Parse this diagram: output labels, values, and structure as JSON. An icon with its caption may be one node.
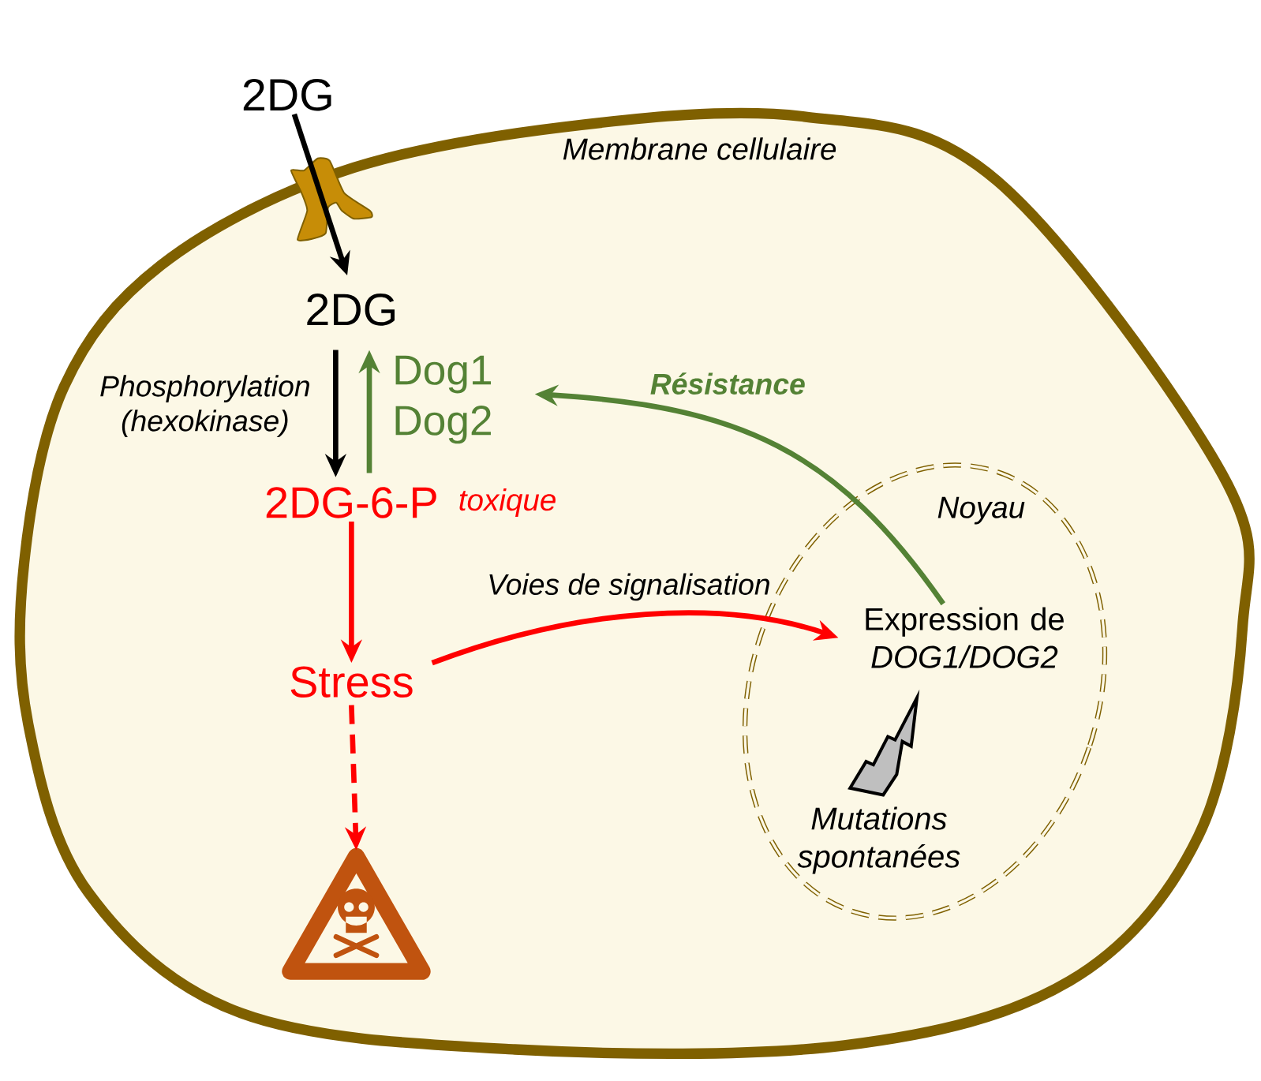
{
  "diagram": {
    "nodes": [
      {
        "text": [
          "Membrane cellulaire"
        ]
      },
      {
        "text": [
          "2DG"
        ]
      },
      {
        "text": [
          "2DG"
        ],
        "in": 0
      },
      {
        "text": [
          "2DG-6-P"
        ],
        "beside": [
          "toxique"
        ],
        "in": 0
      },
      {
        "text": [
          "Stress"
        ],
        "in": 0
      },
      {
        "text": [],
        "shape": "triangle",
        "in": 0
      },
      {
        "text": [
          "Noyau"
        ],
        "in": 0
      },
      {
        "text": [
          "Expression de *DOG1/DOG2*"
        ],
        "in": 6
      },
      {
        "text": [
          "Mutations spontanées"
        ],
        "in": 6
      }
    ],
    "edges": [
      {
        "from": 1,
        "to": 2,
        "arrow": "to",
        "color": "#000000"
      },
      {
        "from": 2,
        "to": 3,
        "arrow": "to",
        "label": "Phosphorylation (hexokinase)",
        "color": "#000000"
      },
      {
        "from": 3,
        "to": 2,
        "arrow": "to",
        "label": "Dog1 Dog2",
        "color": "#548235"
      },
      {
        "from": 3,
        "to": 4,
        "arrow": "to",
        "color": "#ff0000"
      },
      {
        "from": 4,
        "to": 5,
        "arrow": "to",
        "style": "dashed",
        "color": "#ff0000"
      },
      {
        "from": 4,
        "to": 7,
        "arrow": "to",
        "label": "Voies de signalisation",
        "color": "#ff0000"
      },
      {
        "from": 7,
        "to": null,
        "arrow": "to",
        "label": "Résistance",
        "color": "#548235"
      },
      {
        "from": 8,
        "to": 7,
        "arrow": "to",
        "color": "#000000"
      }
    ]
  }
}
